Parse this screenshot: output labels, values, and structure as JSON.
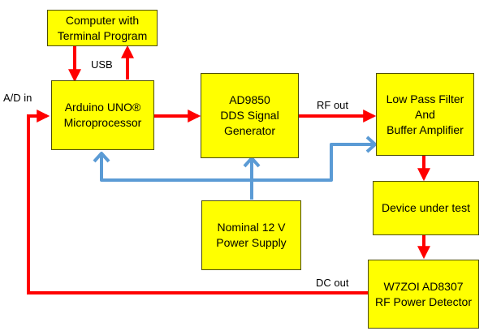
{
  "colors": {
    "block_fill": "#ffff00",
    "signal_arrow": "#ff0000",
    "power_line": "#5b9bd5"
  },
  "blocks": {
    "computer": "Computer with\nTerminal Program",
    "arduino": "Arduino UNO®\nMicroprocessor",
    "dds": "AD9850\nDDS Signal\nGenerator",
    "lpf": "Low Pass Filter\nAnd\nBuffer Amplifier",
    "dut": "Device under test",
    "power": "Nominal 12 V\nPower Supply",
    "detector": "W7ZOI    AD8307\nRF Power Detector"
  },
  "labels": {
    "usb": "USB",
    "ad_in": "A/D in",
    "rf_out": "RF out",
    "dc_out": "DC out"
  }
}
